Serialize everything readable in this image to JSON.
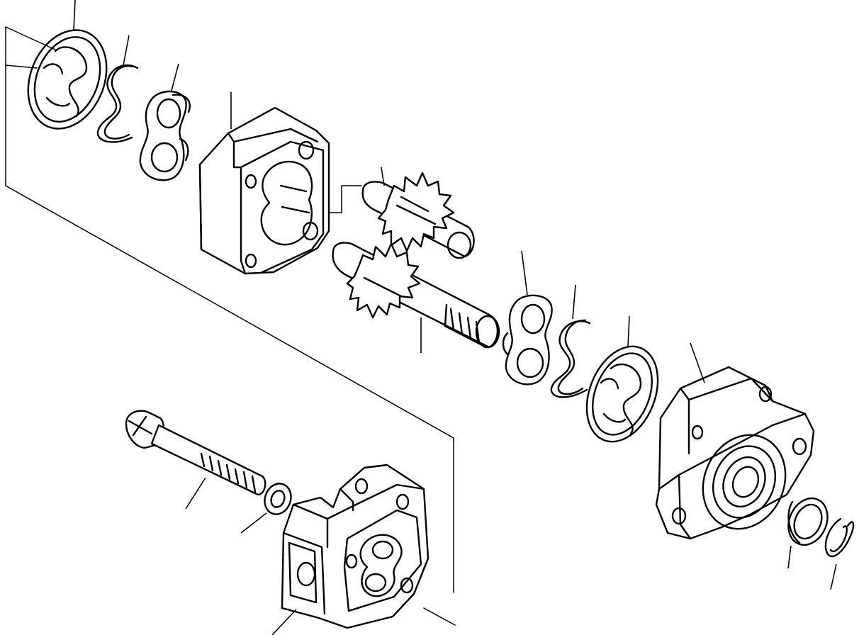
{
  "diagram": {
    "colors": {
      "ink": "#000000",
      "paper": "#ffffff"
    },
    "parts": [
      "seal-ring-rear",
      "backup-spring-rear",
      "wear-plate-rear",
      "gear-housing",
      "driven-gear",
      "drive-gear-shaft",
      "wear-plate-front",
      "backup-spring-front",
      "seal-ring-front",
      "front-cover-flange",
      "oil-seal",
      "snap-ring",
      "through-bolt",
      "washer",
      "rear-cover"
    ]
  }
}
